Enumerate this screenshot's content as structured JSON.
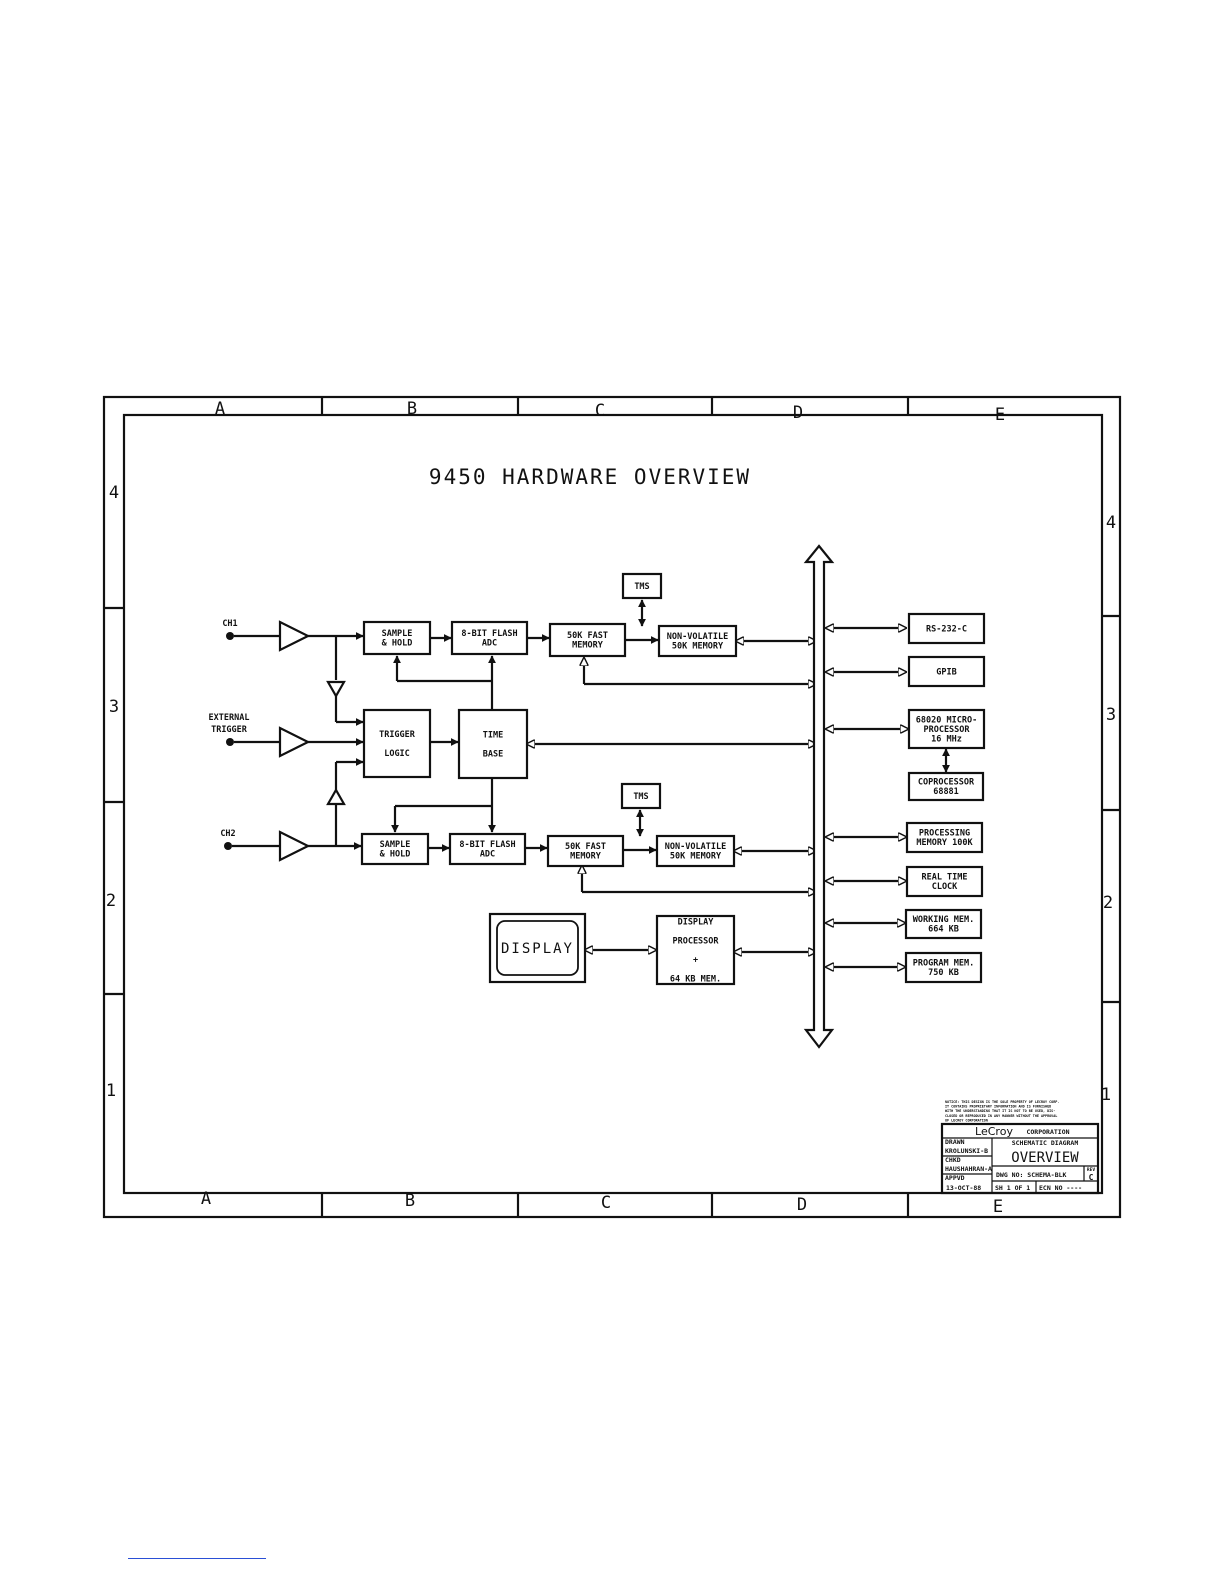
{
  "title": "9450 HARDWARE OVERVIEW",
  "zones": {
    "columns": [
      "A",
      "B",
      "C",
      "D",
      "E"
    ],
    "rows": [
      "4",
      "3",
      "2",
      "1"
    ]
  },
  "inputs": {
    "ch1": "CH1",
    "ch2": "CH2",
    "ext_trigger_line1": "EXTERNAL",
    "ext_trigger_line2": "TRIGGER"
  },
  "blocks": {
    "sample_hold_1": [
      "SAMPLE",
      "& HOLD"
    ],
    "adc_1": [
      "8-BIT FLASH",
      "ADC"
    ],
    "fast_mem_1": [
      "50K FAST",
      "MEMORY"
    ],
    "nv_mem_1": [
      "NON-VOLATILE",
      "50K MEMORY"
    ],
    "tms_1": [
      "TMS"
    ],
    "trigger_logic": [
      "TRIGGER",
      "LOGIC"
    ],
    "time_base": [
      "TIME",
      "BASE"
    ],
    "sample_hold_2": [
      "SAMPLE",
      "& HOLD"
    ],
    "adc_2": [
      "8-BIT FLASH",
      "ADC"
    ],
    "fast_mem_2": [
      "50K FAST",
      "MEMORY"
    ],
    "nv_mem_2": [
      "NON-VOLATILE",
      "50K MEMORY"
    ],
    "tms_2": [
      "TMS"
    ],
    "display": [
      "DISPLAY"
    ],
    "display_processor": [
      "DISPLAY",
      "PROCESSOR",
      "+",
      "64 KB MEM."
    ],
    "rs232": [
      "RS-232-C"
    ],
    "gpib": [
      "GPIB"
    ],
    "cpu": [
      "68020 MICRO-",
      "PROCESSOR",
      "16 MHz"
    ],
    "coprocessor": [
      "COPROCESSOR",
      "68881"
    ],
    "processing_mem": [
      "PROCESSING",
      "MEMORY 100K"
    ],
    "rtc": [
      "REAL TIME",
      "CLOCK"
    ],
    "working_mem": [
      "WORKING MEM.",
      "664 KB"
    ],
    "program_mem": [
      "PROGRAM MEM.",
      "750 KB"
    ]
  },
  "title_block": {
    "notice": [
      "NOTICE: THIS DESIGN IS THE SOLE PROPERTY OF LECROY CORP.",
      "IT CONTAINS PROPRIETARY INFORMATION AND IS FURNISHED",
      "WITH THE UNDERSTANDING THAT IT IS NOT TO BE USED, DIS-",
      "CLOSED OR REPRODUCED IN ANY MANNER WITHOUT THE APPROVAL",
      "OF LECROY CORPORATION"
    ],
    "company": "LeCroy",
    "company_suffix": "CORPORATION",
    "drawn_label": "DRAWN",
    "drawn_by": "KROLUNSKI-B",
    "chkd_label": "CHKD",
    "chkd_by": "HAUSHAHRAN-A",
    "appvd_label": "APPVD",
    "date": "13-OCT-88",
    "diagram_type": "SCHEMATIC DIAGRAM",
    "drawing_title": "OVERVIEW",
    "dwg_no": "DWG NO: SCHEMA-BLK",
    "rev_label": "REV",
    "rev": "C",
    "sheet": "SH 1 OF 1",
    "ecn": "ECN NO ----"
  }
}
